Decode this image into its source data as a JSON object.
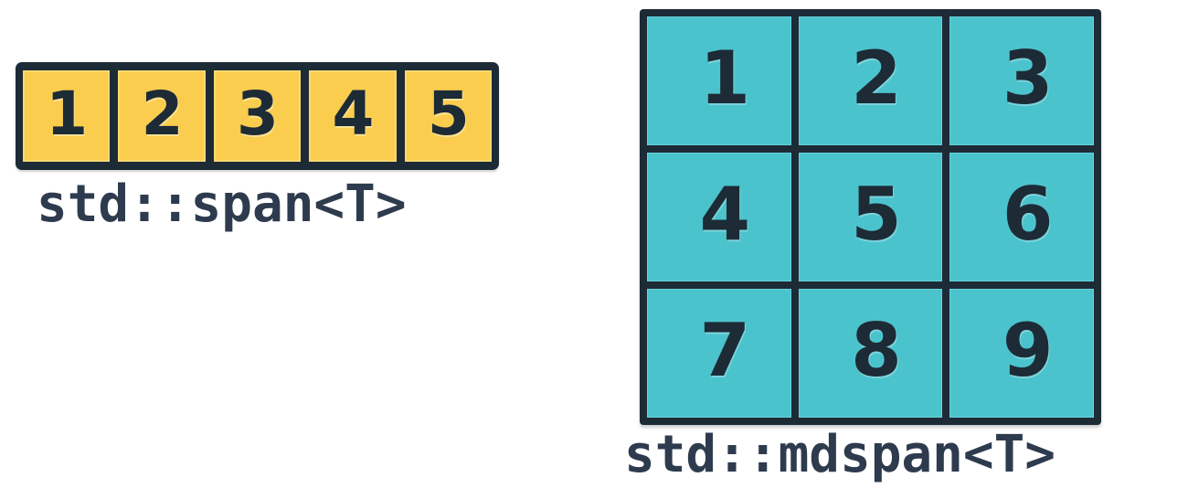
{
  "figure": {
    "title_not_shown": "",
    "background_color": "#ffffff",
    "ink_color": "#1d2b36"
  },
  "span": {
    "caption": "std::span<T>",
    "cell_color": "#facd4e",
    "cell_highlight_color": "#fcd96f",
    "frame_color": "#1d2b36",
    "orientation": "row",
    "cells": [
      {
        "value": "1"
      },
      {
        "value": "2"
      },
      {
        "value": "3"
      },
      {
        "value": "4"
      },
      {
        "value": "5"
      }
    ]
  },
  "mdspan": {
    "caption": "std::mdspan<T>",
    "cell_color": "#4bc3cd",
    "cell_highlight_color": "#66d2da",
    "frame_color": "#1d2b36",
    "rows": 3,
    "cols": 3,
    "cells": [
      {
        "value": "1"
      },
      {
        "value": "2"
      },
      {
        "value": "3"
      },
      {
        "value": "4"
      },
      {
        "value": "5"
      },
      {
        "value": "6"
      },
      {
        "value": "7"
      },
      {
        "value": "8"
      },
      {
        "value": "9"
      }
    ]
  }
}
